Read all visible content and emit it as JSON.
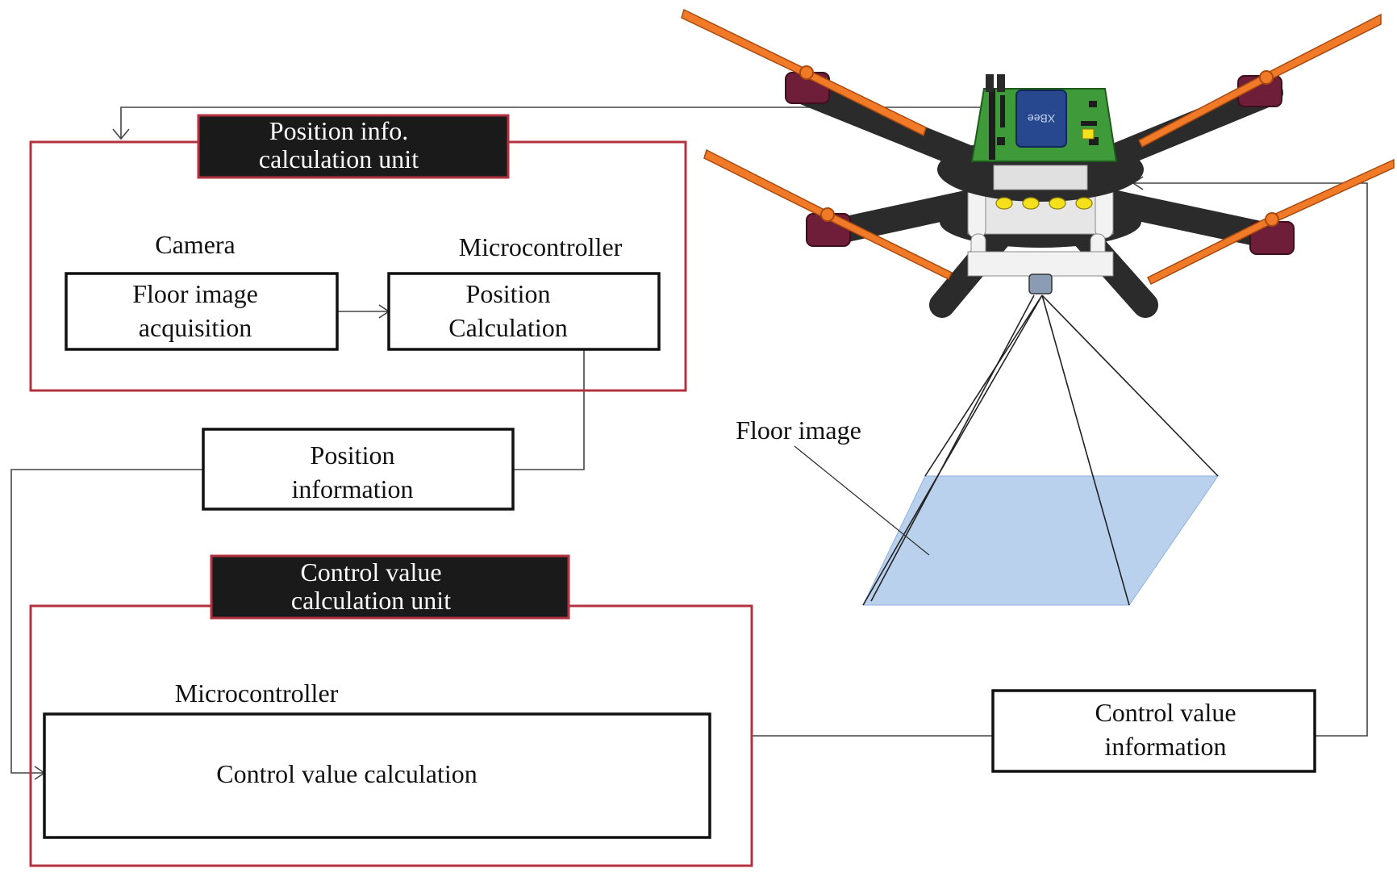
{
  "position_unit": {
    "header_line1": "Position info.",
    "header_line2": "calculation unit",
    "camera_label": "Camera",
    "microcontroller_label": "Microcontroller",
    "floor_box_line1": "Floor image",
    "floor_box_line2": "acquisition",
    "calc_box_line1": "Position",
    "calc_box_line2": "Calculation"
  },
  "position_info": {
    "line1": "Position",
    "line2": "information"
  },
  "control_unit": {
    "header_line1": "Control value",
    "header_line2": "calculation unit",
    "microcontroller_label": "Microcontroller",
    "calc_box_label": "Control value calculation"
  },
  "control_info": {
    "line1": "Control value",
    "line2": "information"
  },
  "drone": {
    "floor_image_label": "Floor image",
    "xbee_label": "XBee"
  },
  "colors": {
    "unit_border": "#b4323f",
    "header_fill": "#1a1a1a",
    "propeller": "#f07a28",
    "motor": "#6e1e38",
    "board": "#3f9a3a",
    "frame": "#2b2b2b",
    "floor_patch": "#b9d1ec"
  }
}
